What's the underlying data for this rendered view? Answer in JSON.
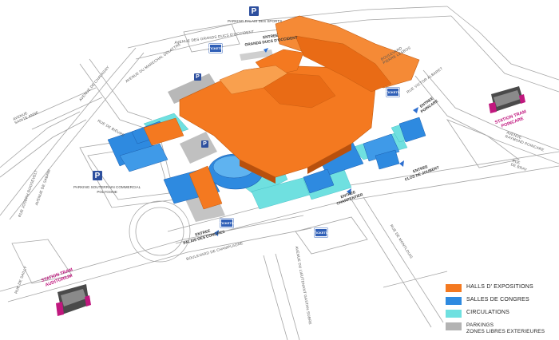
{
  "map": {
    "parkings": [
      {
        "label": "PARKING PALAIS DES SPORTS"
      },
      {
        "label": "PARKING SOUTERRAIN COMMERCIAL\nPOLYGONE"
      }
    ],
    "parking_symbol": "P",
    "ticket_label": "TICKETS",
    "street_labels": [
      "AVENUE DES GRANDS DUCS D'OCCIDENT",
      "AVENUE DU MARECHAL DELATTRE",
      "AVENUE DE CHAVAGNY",
      "RUE VICTOR ALBARET",
      "RUE JOSEPH ROOSEVELT",
      "AVENUE DE SABANI",
      "BOULEVARD DE CHAMPLAGNE",
      "RUE DE MONTLOUIS",
      "AVENUE DU LIEUTENANT GASTAN SUBRE",
      "RUE DE SAILLY",
      "RUE DE BIÉVRE",
      "AVENUE\nRAYMOND POINCARE",
      "BOULEVARD\nPIERRE LESBOS",
      "RUE\nDE BRAY",
      "AVENUE\nSAINTE ANNE"
    ],
    "entries": [
      {
        "label": "ENTREE\nGRANDS DUCS D'OCCIDENT"
      },
      {
        "label": "ENTREE\nPOINCARE"
      },
      {
        "label": "ENTREE\nCLOS DE JOUBERT"
      },
      {
        "label": "ENTREE\nCHARPENTIER"
      },
      {
        "label": "ENTREE\nPALAIS DES CONGRES"
      }
    ],
    "trams": [
      {
        "label": "STATION TRAM\nPOINCARE"
      },
      {
        "label": "STATION TRAM\nAUDITORIUM"
      }
    ],
    "colors": {
      "halls": "#f47920",
      "halls_dark": "#d9600f",
      "congres": "#2e8ae0",
      "circulations": "#6fe0e0",
      "parkings": "#b3b3b3",
      "road": "#9b9b9b",
      "tram_accent": "#c0177e"
    }
  },
  "legend": [
    {
      "label": "HALLS  D' EXPOSITIONS",
      "color": "#f47920"
    },
    {
      "label": "SALLES  DE  CONGRES",
      "color": "#2e8ae0"
    },
    {
      "label": "CIRCULATIONS",
      "color": "#6fe0e0"
    },
    {
      "label": "PARKINGS\nZONES LIBRES EXTERIEURES",
      "color": "#b3b3b3"
    }
  ]
}
